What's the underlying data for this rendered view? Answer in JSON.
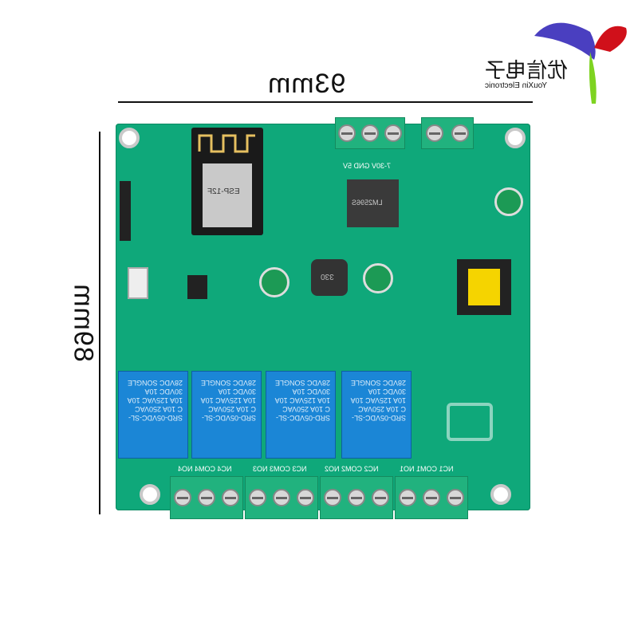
{
  "logo": {
    "chinese": "优信电子",
    "english": "YouXin Electronic",
    "colors": {
      "blue": "#4a3fc0",
      "red": "#d0101a",
      "green": "#7ed321"
    }
  },
  "dimensions": {
    "width": "93mm",
    "height": "89mm"
  },
  "board": {
    "color": "#0fa87a",
    "relays": [
      {
        "label": "SRD-05VDC-SL-C 10A 250VAC 10A 125VAC 10A 30VDC 10A 28VDC SONGLE"
      },
      {
        "label": "SRD-05VDC-SL-C 10A 250VAC 10A 125VAC 10A 30VDC 10A 28VDC SONGLE"
      },
      {
        "label": "SRD-05VDC-SL-C 10A 250VAC 10A 125VAC 10A 30VDC 10A 28VDC SONGLE"
      },
      {
        "label": "SRD-05VDC-SL-C 10A 250VAC 10A 125VAC 10A 30VDC 10A 28VDC SONGLE"
      }
    ],
    "terminal_labels": [
      "NC4 COM4 NO4",
      "NC3 COM3 NO3",
      "NC2 COM2 NO2",
      "NC1 COM1 NO1"
    ],
    "power_label": "7-30V GND 5V",
    "module_label": "ESP-12F",
    "regulator_label": "LM2596S",
    "inductor_label": "330"
  }
}
